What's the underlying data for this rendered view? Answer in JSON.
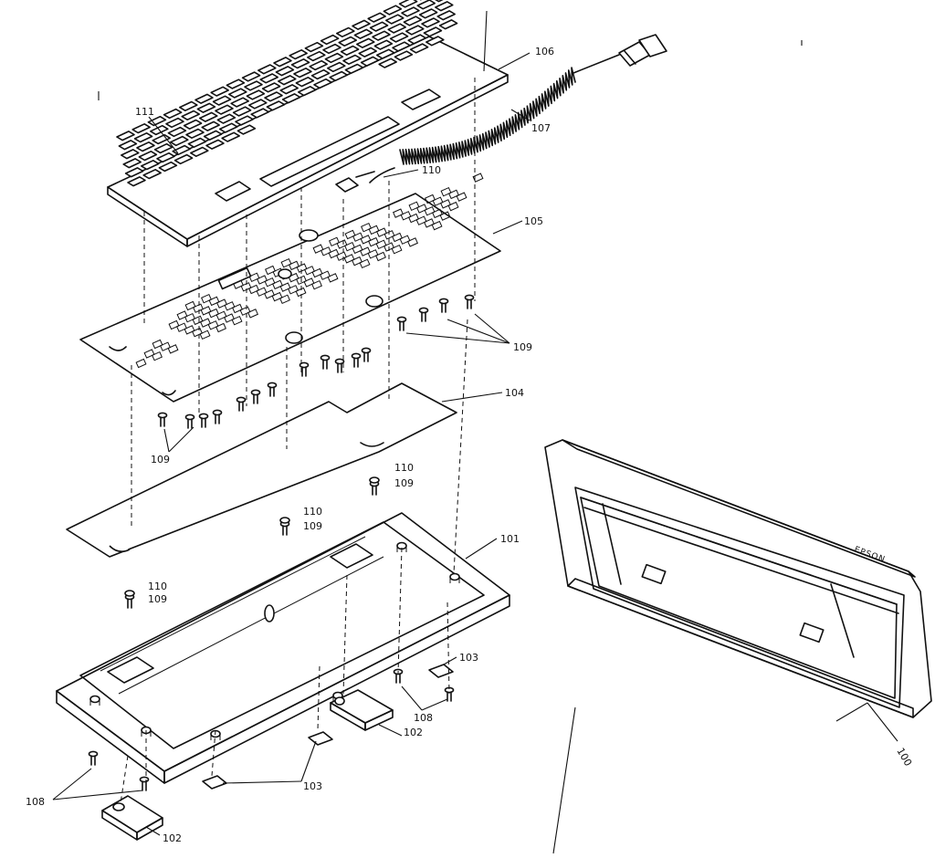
{
  "parts": {
    "p100": "100",
    "p101": "101",
    "p102": "102",
    "p103": "103",
    "p104": "104",
    "p105": "105",
    "p106": "106",
    "p107": "107",
    "p108": "108",
    "p109": "109",
    "p110": "110",
    "p111": "111"
  },
  "brand_text": "EPSON"
}
